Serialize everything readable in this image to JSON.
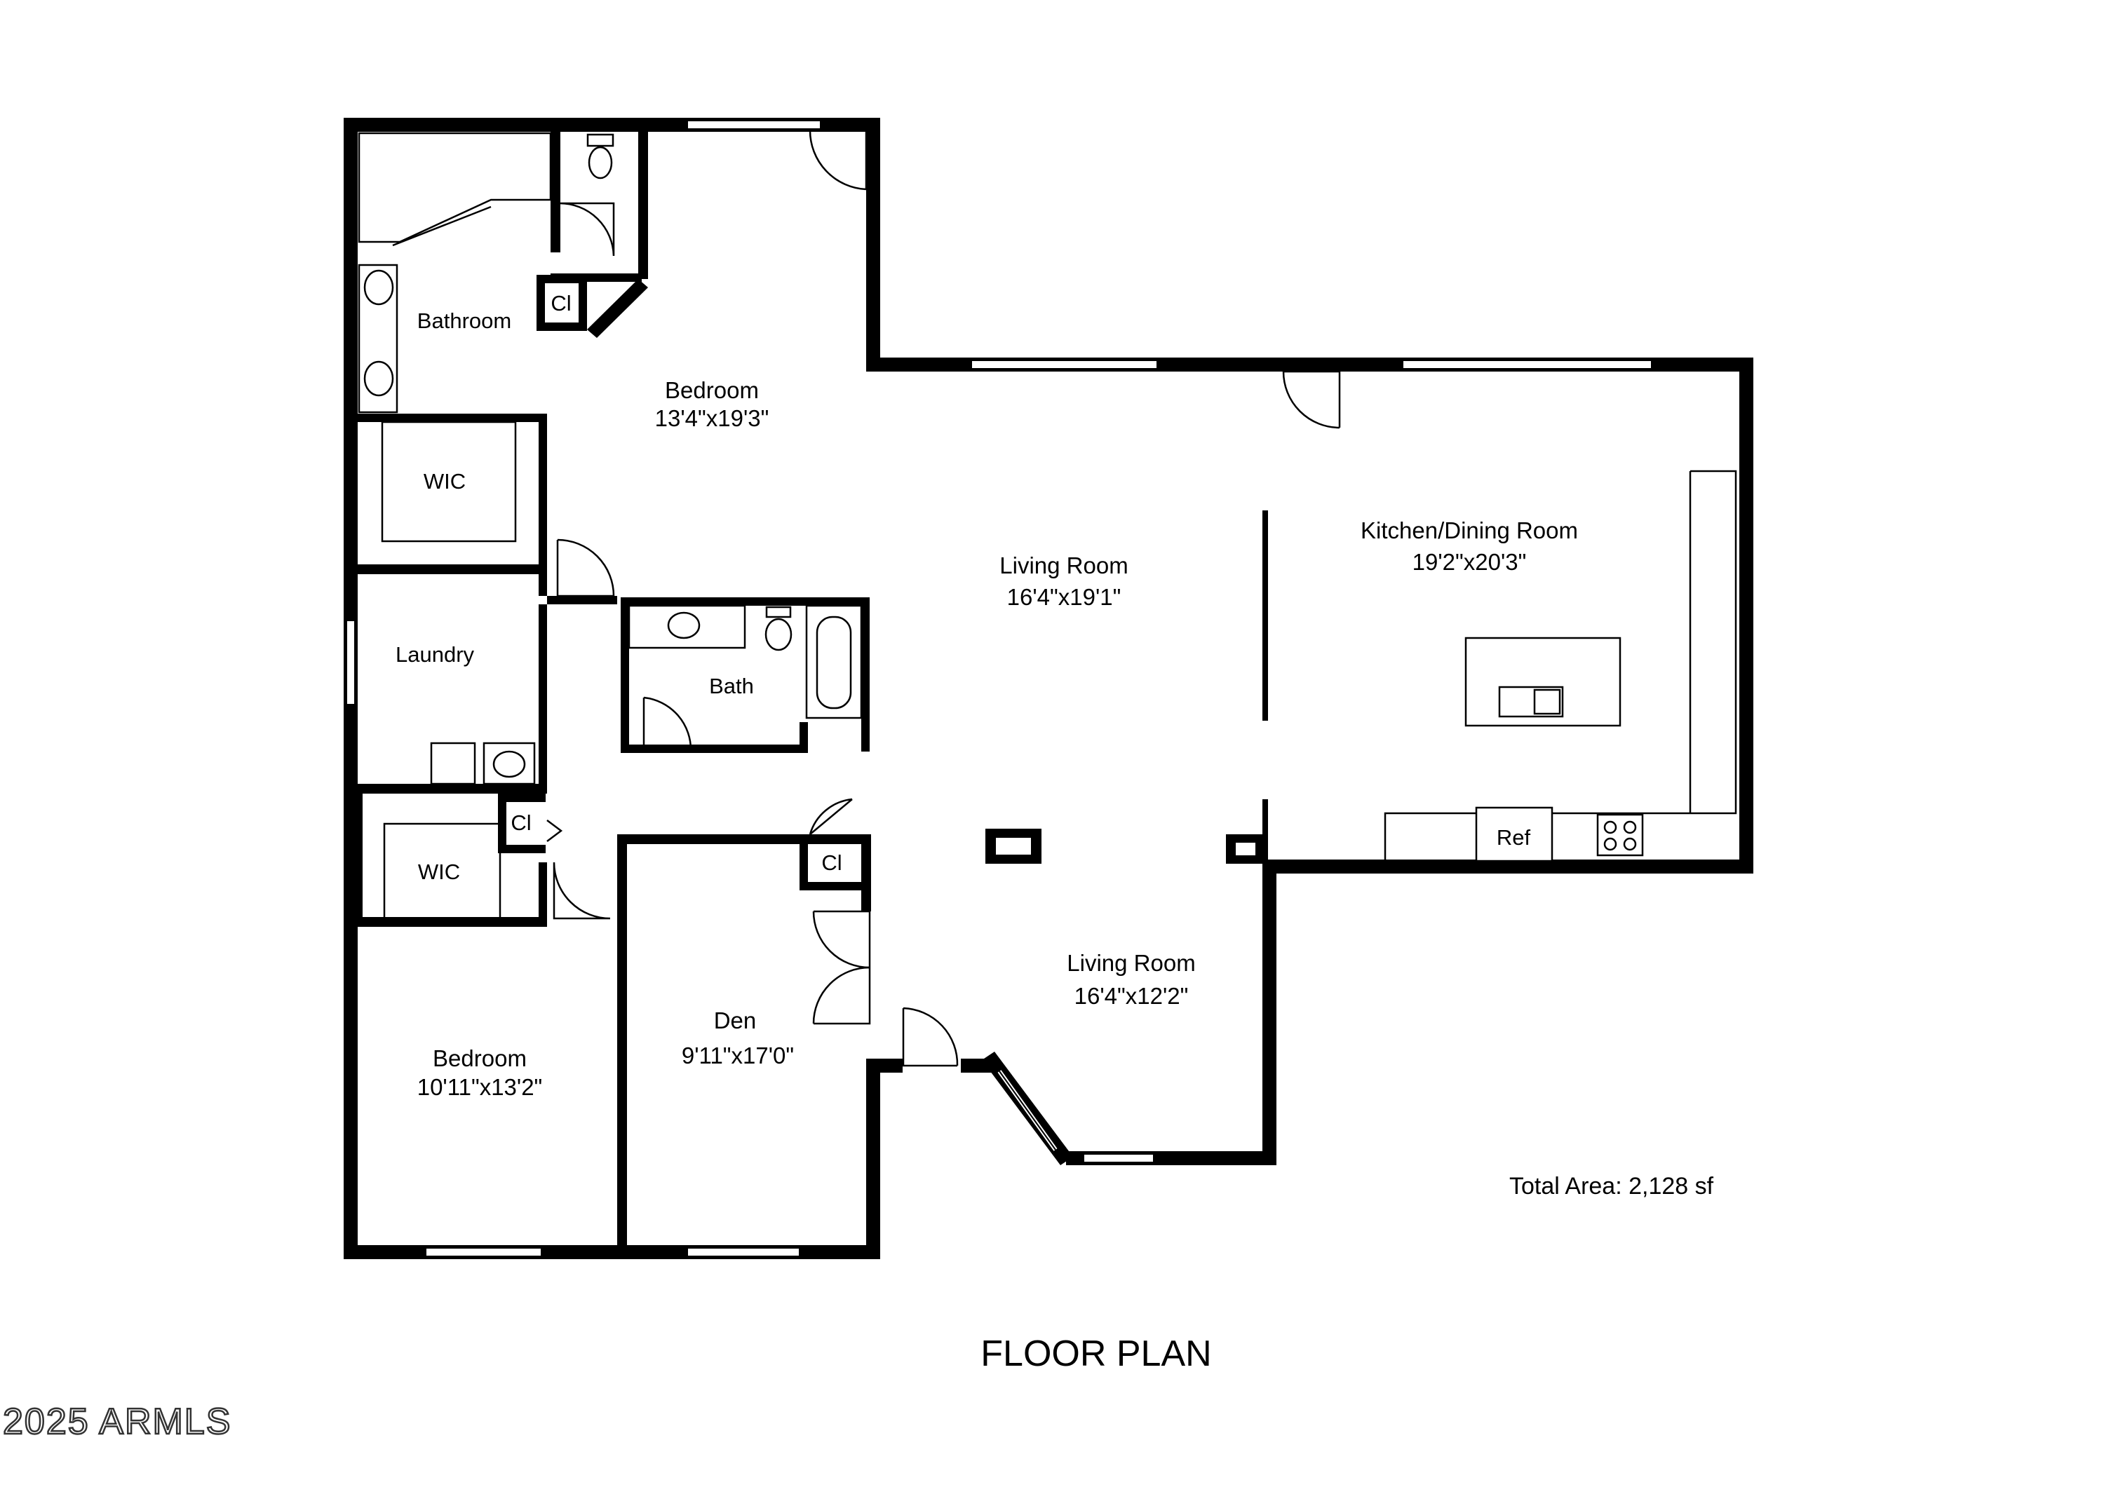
{
  "rooms": {
    "master_bedroom": {
      "name": "Bedroom",
      "dims": "13'4\"x19'3\""
    },
    "bathroom": {
      "name": "Bathroom"
    },
    "closet_master": {
      "name": "Cl"
    },
    "wic_master": {
      "name": "WIC"
    },
    "laundry": {
      "name": "Laundry"
    },
    "bath": {
      "name": "Bath"
    },
    "closet_hall": {
      "name": "Cl"
    },
    "wic_second": {
      "name": "WIC"
    },
    "bedroom_second": {
      "name": "Bedroom",
      "dims": "10'11\"x13'2\""
    },
    "den": {
      "name": "Den",
      "dims": "9'11\"x17'0\""
    },
    "closet_den": {
      "name": "Cl"
    },
    "living_room_main": {
      "name": "Living Room",
      "dims": "16'4\"x19'1\""
    },
    "living_room_front": {
      "name": "Living Room",
      "dims": "16'4\"x12'2\""
    },
    "kitchen_dining": {
      "name": "Kitchen/Dining Room",
      "dims": "19'2\"x20'3\""
    },
    "refrigerator": {
      "name": "Ref"
    }
  },
  "total_area": "Total Area: 2,128 sf",
  "plan_title": "FLOOR PLAN",
  "copyright": "2025 ARMLS",
  "colors": {
    "wall": "#000000",
    "background": "#ffffff"
  },
  "icons": [
    "door-swing-icon",
    "window-icon",
    "toilet-icon",
    "sink-icon",
    "bathtub-icon",
    "stove-icon",
    "washer-icon"
  ]
}
